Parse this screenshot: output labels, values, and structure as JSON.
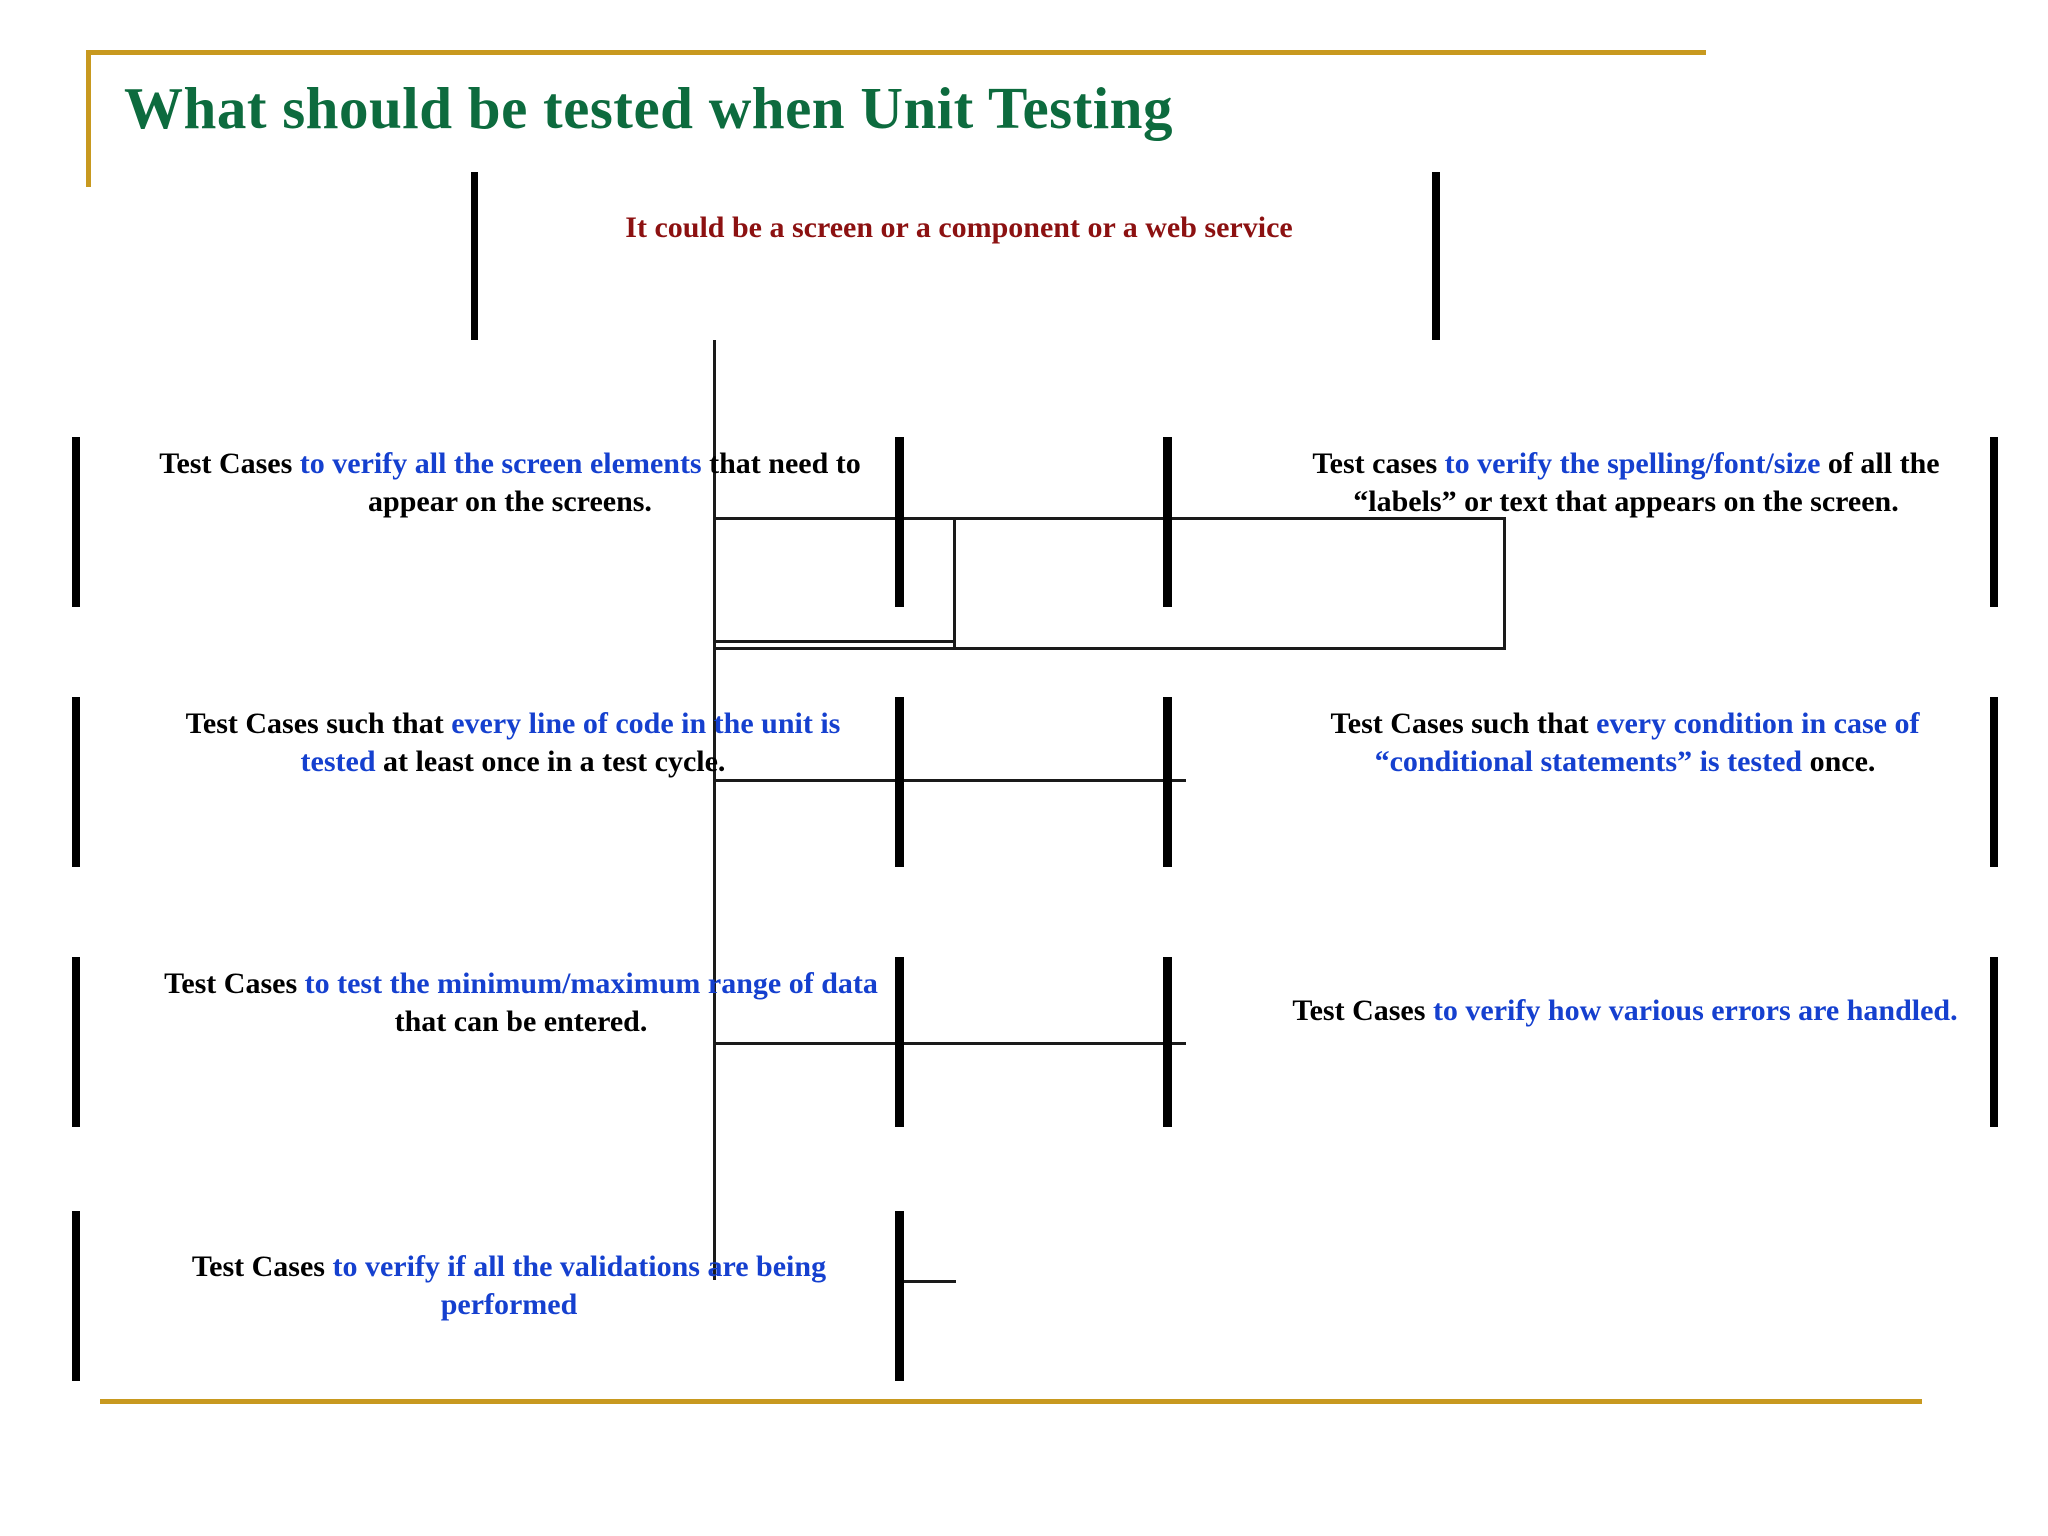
{
  "slide": {
    "title": "What should be tested when Unit Testing",
    "colors": {
      "title_green": "#0d6b3e",
      "frame_gold": "#c8991f",
      "header_red": "#8c1111",
      "accent_blue": "#1540cf",
      "body_black": "#000000"
    }
  },
  "header_note": {
    "text": "It could be a screen or a component or a web service"
  },
  "items": [
    {
      "id": "screen-elements",
      "side": "left",
      "row": 1,
      "segments": [
        {
          "text": "Test Cases ",
          "color": "black"
        },
        {
          "text": "to verify all the screen elements ",
          "color": "blue"
        },
        {
          "text": "that need to appear on the screens.",
          "color": "black"
        }
      ]
    },
    {
      "id": "spelling-font-size",
      "side": "right",
      "row": 1,
      "segments": [
        {
          "text": "Test cases ",
          "color": "black"
        },
        {
          "text": "to verify the spelling/font/size ",
          "color": "blue"
        },
        {
          "text": "of all the “labels” or text that appears on the screen.",
          "color": "black"
        }
      ]
    },
    {
      "id": "every-line-of-code",
      "side": "left",
      "row": 2,
      "segments": [
        {
          "text": "Test Cases such that ",
          "color": "black"
        },
        {
          "text": "every line of code in the unit is tested ",
          "color": "blue"
        },
        {
          "text": "at least once in a test cycle.",
          "color": "black"
        }
      ]
    },
    {
      "id": "every-condition",
      "side": "right",
      "row": 2,
      "segments": [
        {
          "text": "Test Cases such that ",
          "color": "black"
        },
        {
          "text": "every condition in case of “conditional statements” is tested ",
          "color": "blue"
        },
        {
          "text": "once.",
          "color": "black"
        }
      ]
    },
    {
      "id": "min-max-range",
      "side": "left",
      "row": 3,
      "segments": [
        {
          "text": "Test Cases ",
          "color": "black"
        },
        {
          "text": "to test the minimum/maximum range of data ",
          "color": "blue"
        },
        {
          "text": "that can be entered.",
          "color": "black"
        }
      ]
    },
    {
      "id": "error-handling",
      "side": "right",
      "row": 3,
      "segments": [
        {
          "text": "Test Cases ",
          "color": "black"
        },
        {
          "text": "to verify how various errors are handled.",
          "color": "blue"
        }
      ]
    },
    {
      "id": "validations",
      "side": "left",
      "row": 4,
      "segments": [
        {
          "text": "Test Cases ",
          "color": "black"
        },
        {
          "text": "to verify if all the validations are being performed",
          "color": "blue"
        }
      ]
    }
  ]
}
